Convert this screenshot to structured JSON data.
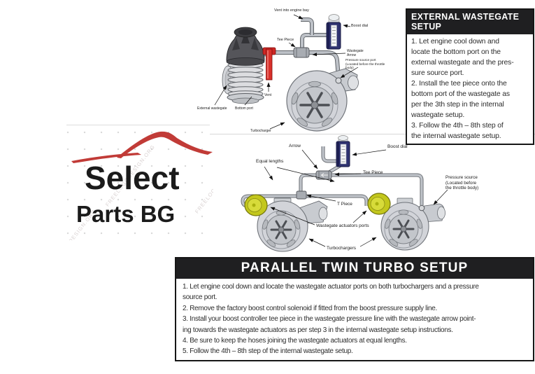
{
  "logo": {
    "line1": "Select",
    "line2": "Parts BG",
    "watermark": "FREELOGODESIGN.ORG"
  },
  "external_diagram": {
    "labels": {
      "vent_into_engine_bay": "Vent into engine bay",
      "boost_dial": "Boost dial",
      "tee_piece": "Tee Piece",
      "wastegate_arrow": "Wastegate\nArrow",
      "pressure_source_port": "Pressure source port\n(Located before the throttle\nbody)",
      "vent": "Vent",
      "external_wastegate": "External wastegate",
      "bottom_port": "Bottom port",
      "turbocharger": "Turbocharger"
    }
  },
  "external_box": {
    "title": "EXTERNAL WASTEGATE SETUP",
    "steps": [
      "1. Let engine cool down and\nlocate the bottom port on the\nexternal wastegate and the pres-\nsure source port.",
      "2. Install the tee piece onto the\nbottom port of the wastegate as\nper the 3th step in the internal\nwastegate setup.",
      "3. Follow the 4th – 8th step of\nthe internal wastegate setup."
    ]
  },
  "parallel_diagram": {
    "labels": {
      "arrow": "Arrow",
      "equal_lengths": "Equal lengths",
      "boost_dial": "Boost dial",
      "tee_piece": "Tee Piece",
      "t_piece": "T Piece",
      "pressure_source": "Pressure source\n(Located before\nthe throttle body)",
      "wastegate_actuators_ports": "Wastegate actuators ports",
      "turbochargers": "Turbochargers"
    }
  },
  "parallel_box": {
    "title": "PARALLEL TWIN TURBO SETUP",
    "steps": [
      "1. Let engine cool down and locate the wastegate actuator ports on both turbochargers and a pressure\nsource port.",
      "2. Remove the factory boost control solenoid if fitted from the boost pressure supply line.",
      "3. Install your boost controller tee piece in the wastegate pressure line with the wastegate arrow point-\ning towards the wastegate actuators as per step 3 in the internal wastegate setup instructions.",
      "4. Be sure to keep the hoses joining the wastegate actuators at equal lengths.",
      "5. Follow the 4th – 8th step of the internal wastegate setup."
    ]
  },
  "colors": {
    "logo_red": "#c13b37",
    "vent_pipe_red": "#d42a26",
    "header_black": "#1f1f21",
    "boost_dial_navy": "#2f3270",
    "actuator_yellow": "#c3c71c",
    "pipe_gray": "#bdc1c7",
    "turbo_gray": "#d2d4d9"
  }
}
